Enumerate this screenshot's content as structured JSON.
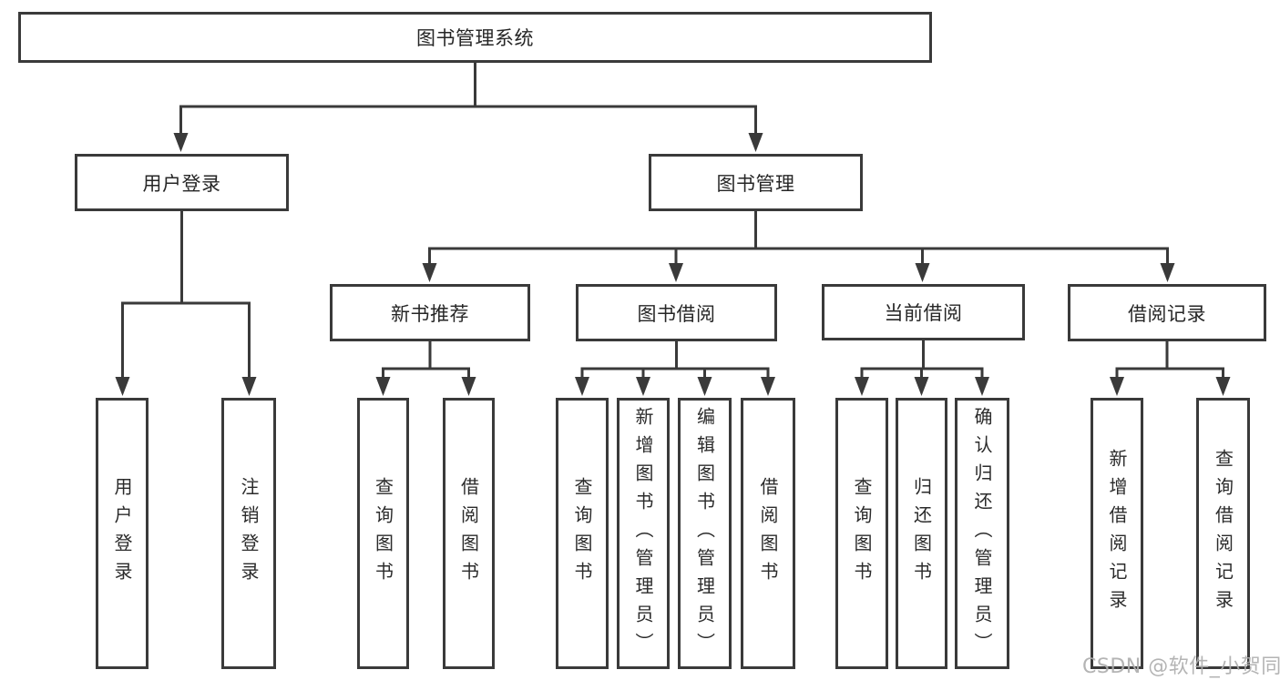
{
  "diagram": {
    "title": "图书管理系统",
    "nodes": {
      "root": "图书管理系统",
      "user_login": "用户登录",
      "book_management": "图书管理",
      "new_book_recommendation": "新书推荐",
      "book_borrowing": "图书借阅",
      "current_borrowing": "当前借阅",
      "borrowing_records": "借阅记录",
      "leaves": [
        "用户登录",
        "注销登录",
        "查询图书",
        "借阅图书",
        "查询图书",
        "新增图书（管理员）",
        "编辑图书（管理员）",
        "借阅图书",
        "查询图书",
        "归还图书",
        "确认归还（管理员）",
        "新增借阅记录",
        "查询借阅记录"
      ]
    },
    "colors": {
      "line": "#3a3a3a",
      "text": "#262626",
      "background": "#ffffff",
      "watermark": "#aeaeae"
    }
  },
  "watermark": "CSDN @软件_小贺同学"
}
